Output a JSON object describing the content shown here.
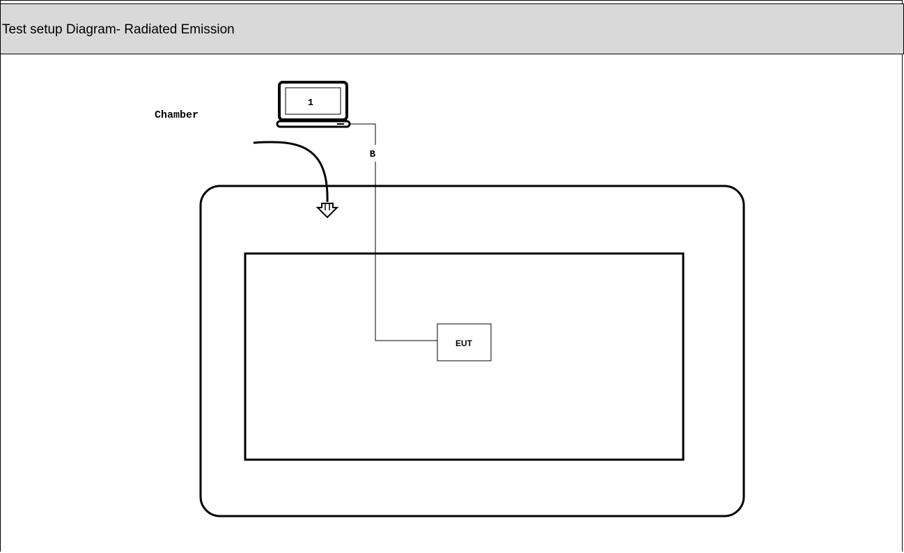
{
  "header": {
    "title": "Test setup Diagram- Radiated Emission"
  },
  "diagram": {
    "chamber_label": "Chamber",
    "laptop_label": "1",
    "cable_label": "B",
    "eut_label": "EUT"
  }
}
